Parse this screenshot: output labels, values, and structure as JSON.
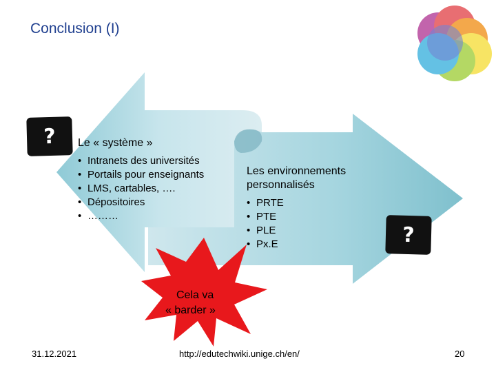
{
  "slide": {
    "title": "Conclusion (I)"
  },
  "left_block": {
    "heading": "Le « système »",
    "items": [
      "Intranets des universités",
      "Portails pour enseignants",
      "LMS, cartables, ….",
      "Dépositoires",
      "………"
    ]
  },
  "right_block": {
    "heading_line1": "Les environnements",
    "heading_line2": "personnalisés",
    "items": [
      "PRTE",
      "PTE",
      "PLE",
      "Px.E"
    ]
  },
  "burst": {
    "line1": "Cela va",
    "line2": "« barder »"
  },
  "question_marks": {
    "left": "?",
    "right": "?"
  },
  "footer": {
    "date": "31.12.2021",
    "url": "http://edutechwiki.unige.ch/en/",
    "page": "20"
  },
  "colors": {
    "title": "#1f3f8f",
    "arrow_light": "#d6ecf1",
    "arrow_dark": "#7fc0cd",
    "burst": "#e8181c",
    "circles": [
      "#b84a9e",
      "#e5555a",
      "#f29a2c",
      "#f6e04a",
      "#a8d24a",
      "#4ab7e0",
      "#5b6fc9"
    ]
  },
  "icons": {
    "logo": "overlapping-colored-circles-logo"
  }
}
